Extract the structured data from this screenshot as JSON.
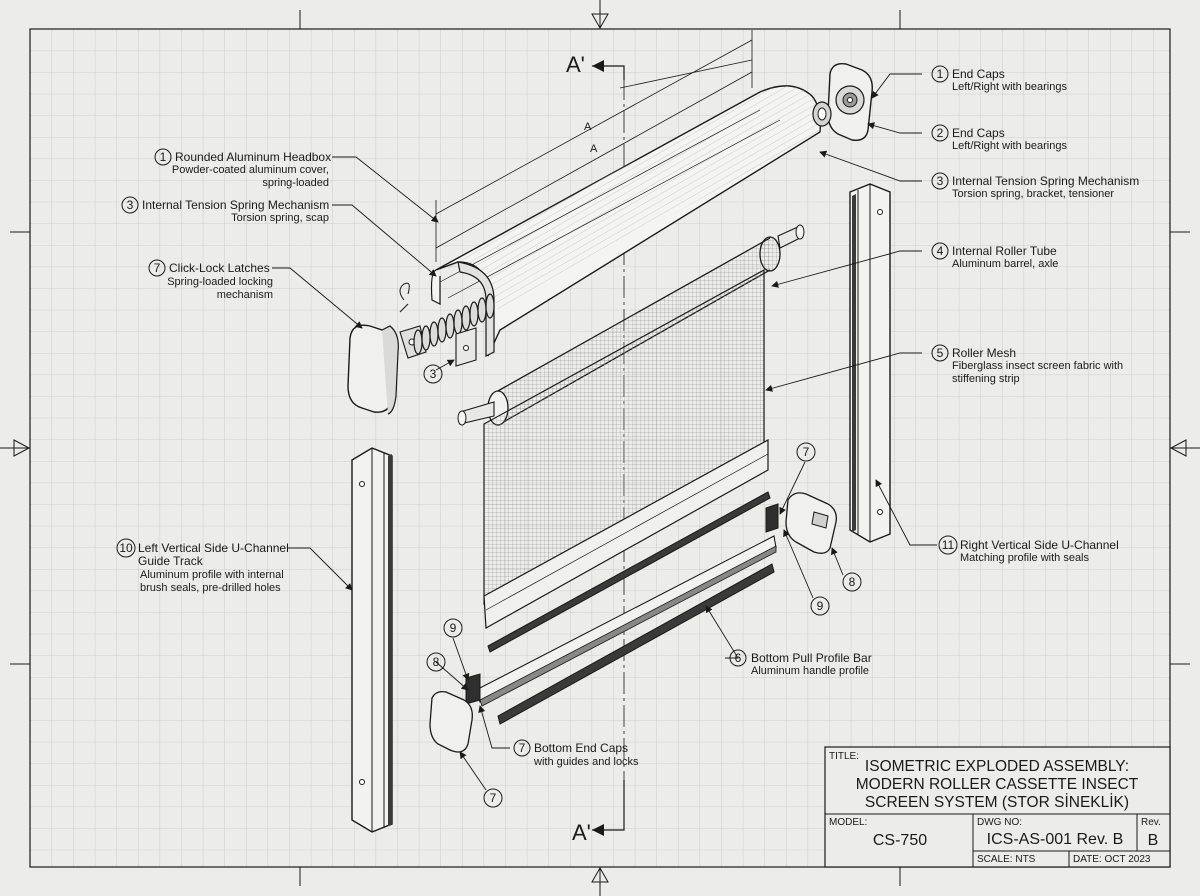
{
  "section_marks": {
    "top": "A'",
    "bottom": "A'",
    "dim_a1": "A",
    "dim_a2": "A"
  },
  "callouts": [
    {
      "num": "1",
      "title": "End Caps",
      "sub": [
        "Left/Right with bearings"
      ]
    },
    {
      "num": "2",
      "title": "End Caps",
      "sub": [
        "Left/Right with bearings"
      ]
    },
    {
      "num": "3",
      "title": "Internal Tension Spring Mechanism",
      "sub": [
        "Torsion spring, bracket, tensioner"
      ]
    },
    {
      "num": "4",
      "title": "Internal Roller Tube",
      "sub": [
        "Aluminum barrel, axle"
      ]
    },
    {
      "num": "5",
      "title": "Roller Mesh",
      "sub": [
        "Fiberglass insect screen fabric with",
        "stiffening strip"
      ]
    },
    {
      "num": "11",
      "title": "Right Vertical Side U-Channel",
      "sub": [
        "Matching profile with seals"
      ]
    },
    {
      "num": "6",
      "title": "Bottom Pull Profile Bar",
      "sub": [
        "Aluminum handle profile"
      ]
    },
    {
      "num": "7",
      "title": "Bottom End Caps",
      "sub": [
        "with guides and locks"
      ]
    },
    {
      "num": "1",
      "title": "Rounded Aluminum Headbox",
      "sub": [
        "Powder-coated aluminum cover,",
        "spring-loaded"
      ]
    },
    {
      "num": "3",
      "title": "Internal Tension Spring Mechanism",
      "sub": [
        "Torsion spring, scap"
      ]
    },
    {
      "num": "7",
      "title": "Click-Lock Latches",
      "sub": [
        "Spring-loaded locking",
        "mechanism"
      ]
    },
    {
      "num": "10",
      "title": "Left Vertical Side U-Channel",
      "sub": [
        "Guide Track",
        "Aluminum profile with internal",
        "brush seals, pre-drilled holes"
      ]
    }
  ],
  "bubbles": [
    "3",
    "7",
    "8",
    "9",
    "9",
    "8",
    "7"
  ],
  "title_block": {
    "title_label": "TITLE:",
    "title_lines": [
      "ISOMETRIC EXPLODED ASSEMBLY:",
      "MODERN ROLLER CASSETTE INSECT",
      "SCREEN SYSTEM (STOR SİNEKLİK)"
    ],
    "model_label": "MODEL:",
    "model": "CS-750",
    "dwg_label": "DWG NO:",
    "dwg": "ICS-AS-001 Rev. B",
    "rev_label": "Rev.",
    "rev": "B",
    "scale": "SCALE: NTS",
    "date": "DATE: OCT 2023"
  }
}
